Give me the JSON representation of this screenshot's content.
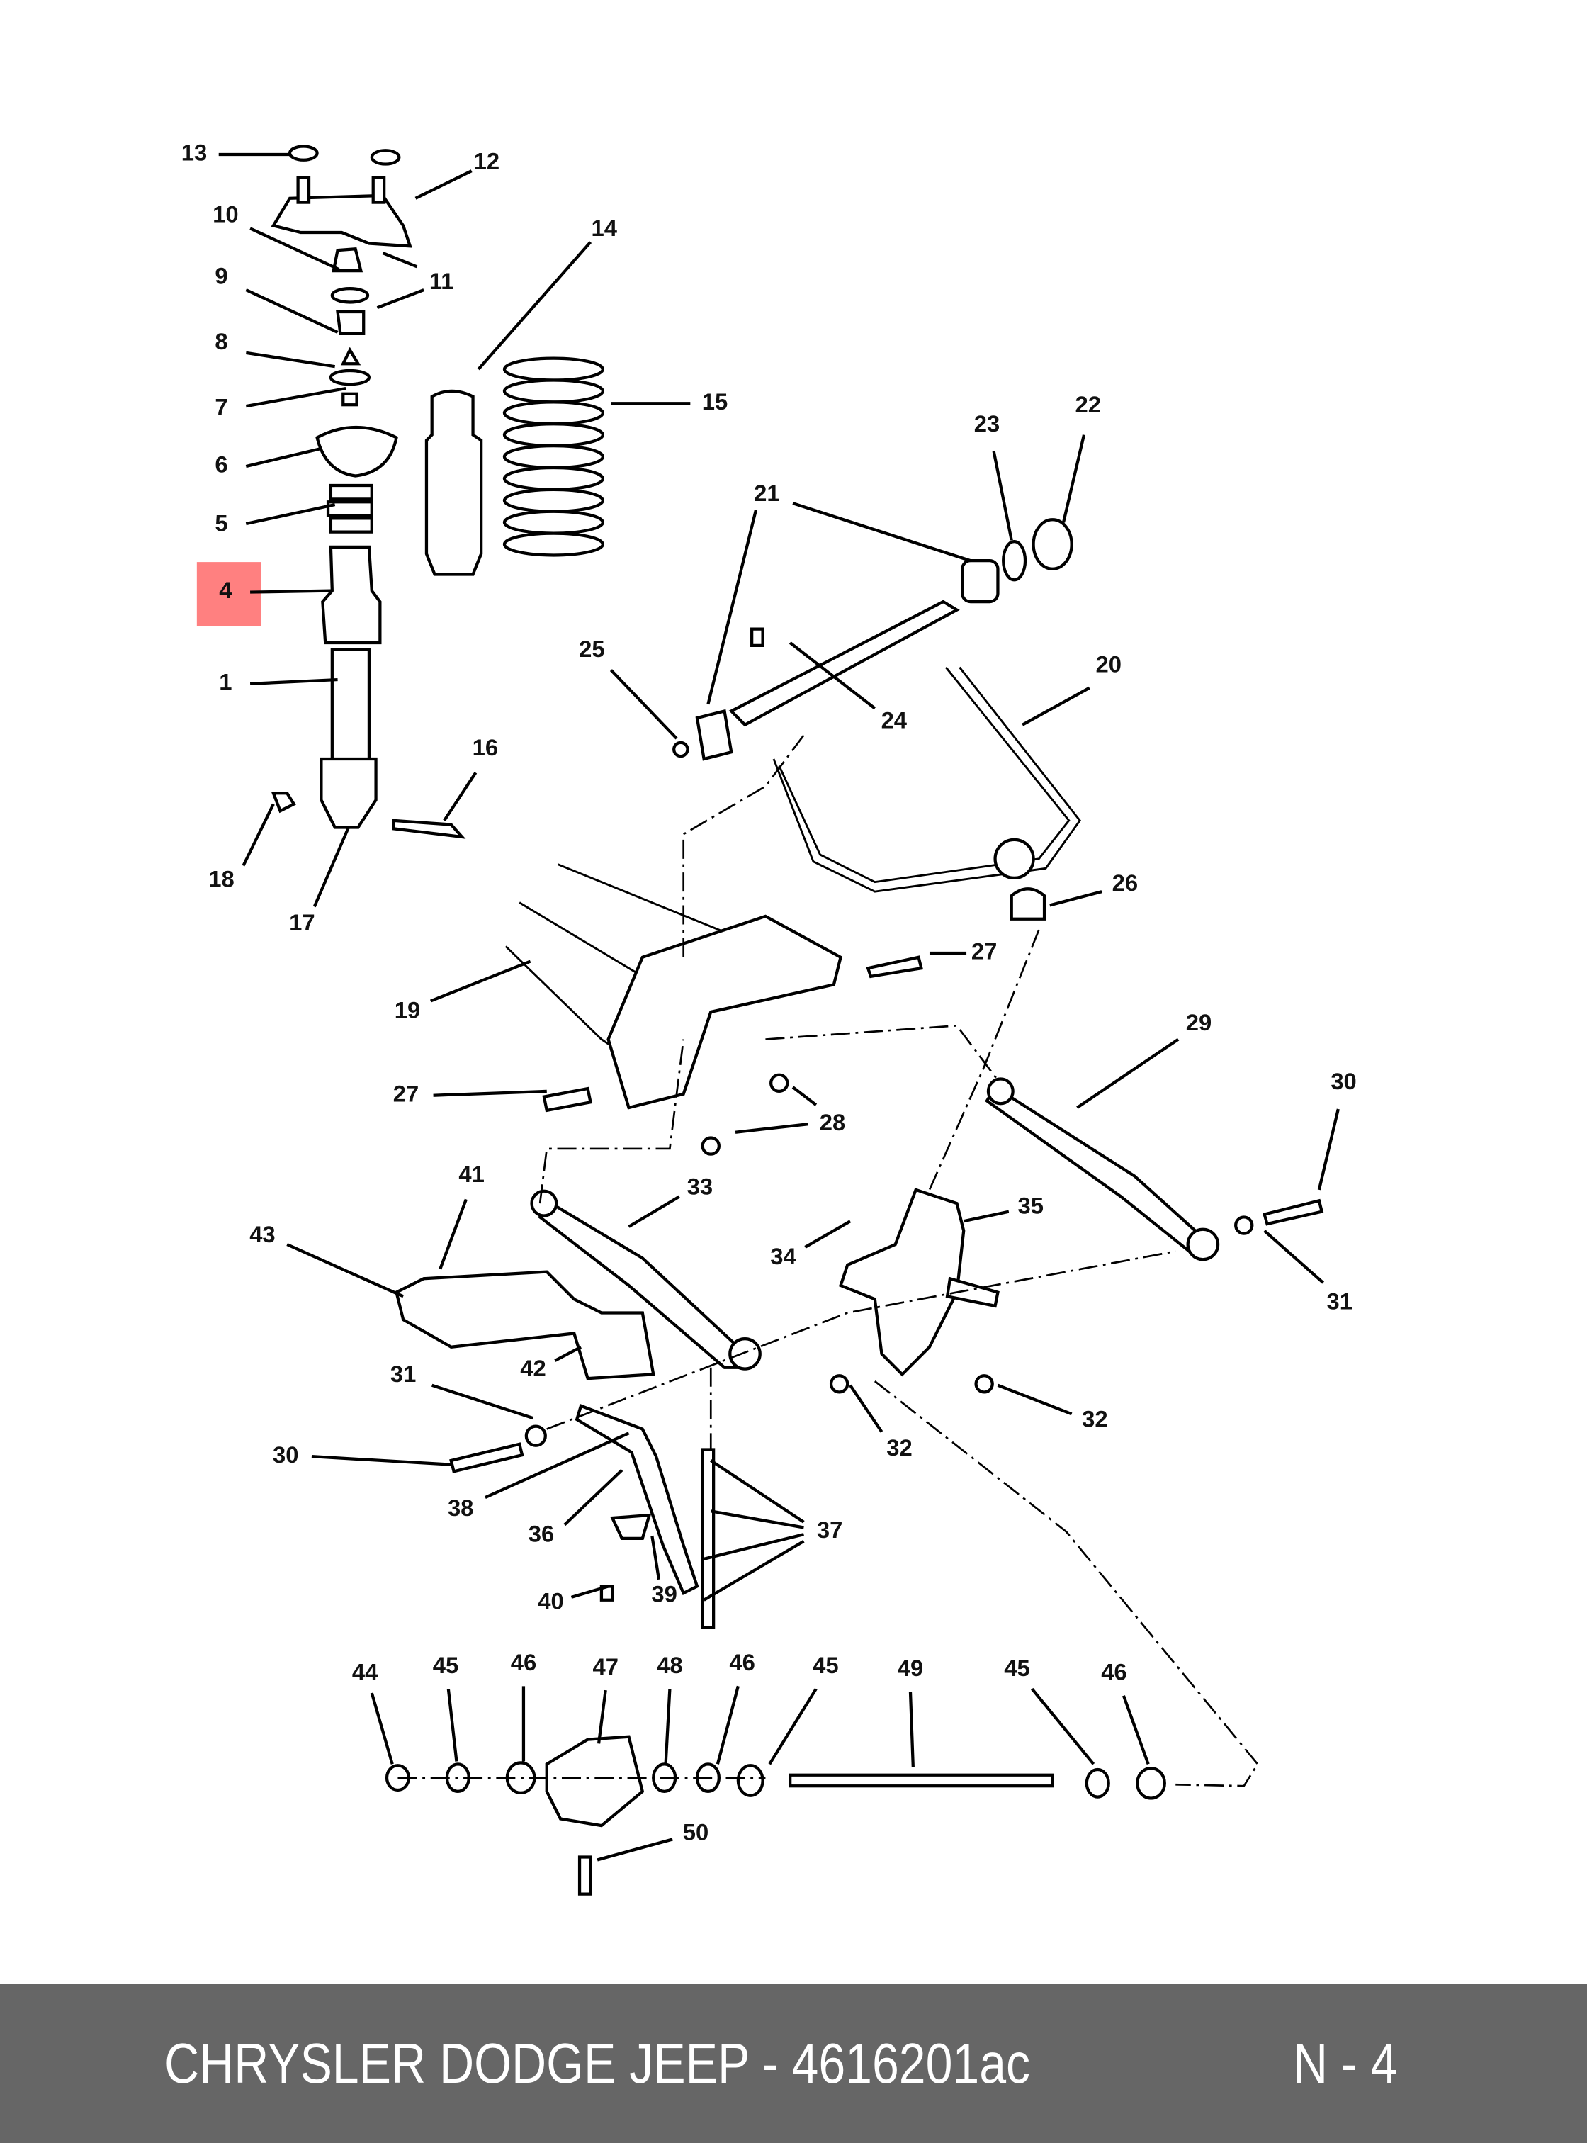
{
  "diagram": {
    "highlighted_callout": "4",
    "highlight_color": "#ff8080",
    "callouts": [
      "13",
      "12",
      "10",
      "11",
      "14",
      "9",
      "8",
      "7",
      "15",
      "23",
      "22",
      "6",
      "21",
      "5",
      "4",
      "25",
      "20",
      "1",
      "24",
      "16",
      "18",
      "26",
      "17",
      "27",
      "19",
      "29",
      "27",
      "30",
      "28",
      "41",
      "33",
      "35",
      "43",
      "34",
      "31",
      "42",
      "31",
      "32",
      "32",
      "30",
      "38",
      "37",
      "36",
      "39",
      "40",
      "44",
      "45",
      "46",
      "47",
      "48",
      "46",
      "45",
      "49",
      "45",
      "46",
      "50"
    ]
  },
  "footer": {
    "title": "CHRYSLER DODGE JEEP - 4616201ac",
    "page": "N - 4",
    "background": "#666666"
  }
}
